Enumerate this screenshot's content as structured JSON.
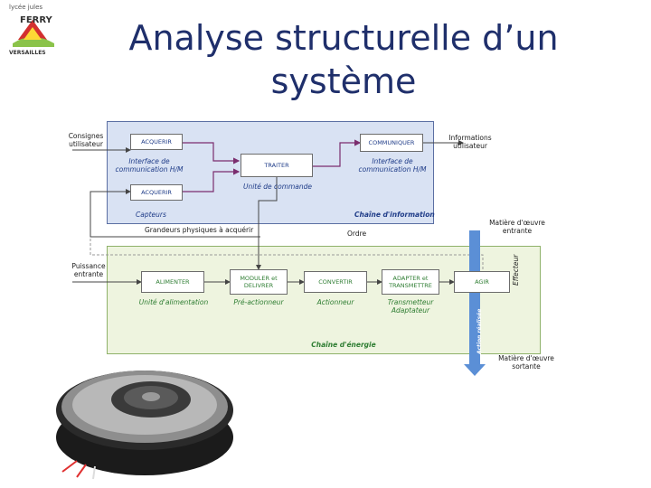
{
  "title": "Analyse structurelle d’un système",
  "logo": {
    "line1": "lycée jules",
    "line2": "FERRY",
    "line3": "VERSAILLES"
  },
  "info_chain": {
    "acquerir_1": "ACQUERIR",
    "acquerir_2": "ACQUERIR",
    "traiter": "TRAITER",
    "communiquer": "COMMUNIQUER",
    "interface_hm_left": "Interface de communication H/M",
    "interface_hm_right": "Interface de communication H/M",
    "unite_commande": "Unité de commande",
    "capteurs": "Capteurs",
    "chain_label": "Chaîne d'information"
  },
  "energy_chain": {
    "alimenter": "ALIMENTER",
    "moduler": "MODULER et DELIVRER",
    "convertir": "CONVERTIR",
    "adapter": "ADAPTER et TRANSMETTRE",
    "agir": "AGIR",
    "unite_alimentation": "Unité d'alimentation",
    "pre_actionneur": "Pré-actionneur",
    "actionneur": "Actionneur",
    "transmetteur": "Transmetteur Adaptateur",
    "chain_label": "Chaîne d'énergie"
  },
  "outside": {
    "consignes": "Consignes utilisateur",
    "informations": "Informations utilisateur",
    "grandeurs": "Grandeurs physiques à acquérir",
    "ordre": "Ordre",
    "matiere_entrante": "Matière d'œuvre entrante",
    "matiere_sortante": "Matière d'œuvre sortante",
    "puissance": "Puissance entrante",
    "effecteur": "Effecteur",
    "action_realisee": "Action réalisée"
  },
  "colors": {
    "title": "#1f2f6b",
    "info_panel": "#d9e2f3",
    "energy_panel": "#eef4df",
    "wire": "#7b2d6e",
    "arrow": "#5b8fd6"
  },
  "robot_image": "robot-vacuum"
}
